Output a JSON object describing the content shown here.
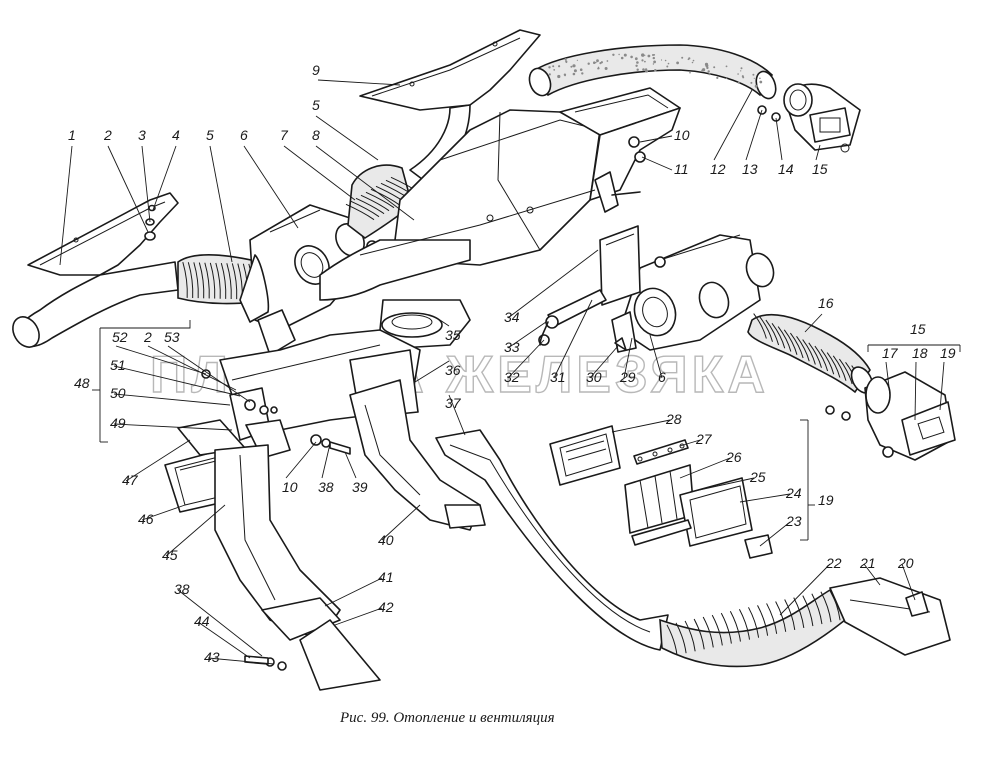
{
  "caption": "Рис. 99. Отопление и вентиляция",
  "watermark": "ПЛАНЕТА ЖЕЛЕЗЯКА",
  "callouts": [
    {
      "id": "c1",
      "text": "1"
    },
    {
      "id": "c2a",
      "text": "2"
    },
    {
      "id": "c3",
      "text": "3"
    },
    {
      "id": "c4",
      "text": "4"
    },
    {
      "id": "c5a",
      "text": "5"
    },
    {
      "id": "c6a",
      "text": "6"
    },
    {
      "id": "c7",
      "text": "7"
    },
    {
      "id": "c8",
      "text": "8"
    },
    {
      "id": "c5b",
      "text": "5"
    },
    {
      "id": "c9",
      "text": "9"
    },
    {
      "id": "c10a",
      "text": "10"
    },
    {
      "id": "c11",
      "text": "11"
    },
    {
      "id": "c12",
      "text": "12"
    },
    {
      "id": "c13",
      "text": "13"
    },
    {
      "id": "c14",
      "text": "14"
    },
    {
      "id": "c15a",
      "text": "15"
    },
    {
      "id": "c16",
      "text": "16"
    },
    {
      "id": "c15b",
      "text": "15"
    },
    {
      "id": "c17",
      "text": "17"
    },
    {
      "id": "c18",
      "text": "18"
    },
    {
      "id": "c19a",
      "text": "19"
    },
    {
      "id": "c34",
      "text": "34"
    },
    {
      "id": "c33",
      "text": "33"
    },
    {
      "id": "c32",
      "text": "32"
    },
    {
      "id": "c31",
      "text": "31"
    },
    {
      "id": "c30",
      "text": "30"
    },
    {
      "id": "c29",
      "text": "29"
    },
    {
      "id": "c6b",
      "text": "6"
    },
    {
      "id": "c35",
      "text": "35"
    },
    {
      "id": "c36",
      "text": "36"
    },
    {
      "id": "c37",
      "text": "37"
    },
    {
      "id": "c52",
      "text": "52"
    },
    {
      "id": "c2b",
      "text": "2"
    },
    {
      "id": "c53",
      "text": "53"
    },
    {
      "id": "c48",
      "text": "48"
    },
    {
      "id": "c51",
      "text": "51"
    },
    {
      "id": "c50",
      "text": "50"
    },
    {
      "id": "c49",
      "text": "49"
    },
    {
      "id": "c47",
      "text": "47"
    },
    {
      "id": "c46",
      "text": "46"
    },
    {
      "id": "c45",
      "text": "45"
    },
    {
      "id": "c10b",
      "text": "10"
    },
    {
      "id": "c38a",
      "text": "38"
    },
    {
      "id": "c39",
      "text": "39"
    },
    {
      "id": "c40",
      "text": "40"
    },
    {
      "id": "c28",
      "text": "28"
    },
    {
      "id": "c27",
      "text": "27"
    },
    {
      "id": "c26",
      "text": "26"
    },
    {
      "id": "c25",
      "text": "25"
    },
    {
      "id": "c24",
      "text": "24"
    },
    {
      "id": "c19b",
      "text": "19"
    },
    {
      "id": "c23",
      "text": "23"
    },
    {
      "id": "c22",
      "text": "22"
    },
    {
      "id": "c21",
      "text": "21"
    },
    {
      "id": "c20",
      "text": "20"
    },
    {
      "id": "c41",
      "text": "41"
    },
    {
      "id": "c42",
      "text": "42"
    },
    {
      "id": "c38b",
      "text": "38"
    },
    {
      "id": "c44",
      "text": "44"
    },
    {
      "id": "c43",
      "text": "43"
    }
  ]
}
